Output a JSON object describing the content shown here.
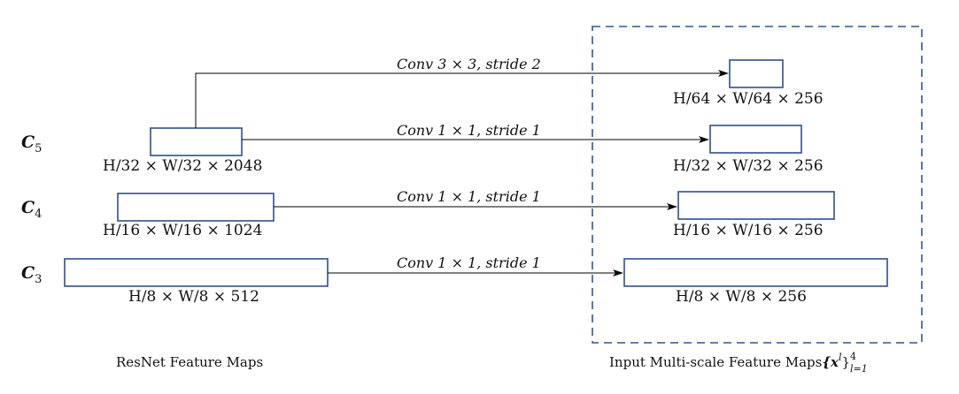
{
  "levels": [
    {
      "name": "C",
      "subscript": "5"
    },
    {
      "name": "C",
      "subscript": "4"
    },
    {
      "name": "C",
      "subscript": "3"
    }
  ],
  "resnet_dims": [
    "H/32 × W/32 × 2048",
    "H/16 × W/16 × 1024",
    "H/8 × W/8 × 512"
  ],
  "output_dims": [
    "H/64 × W/64 × 256",
    "H/32 × W/32 × 256",
    "H/16 × W/16 × 256",
    "H/8 × W/8 × 256"
  ],
  "convs": [
    "Conv 3 × 3, stride 2",
    "Conv 1 × 1, stride 1",
    "Conv 1 × 1, stride 1",
    "Conv 1 × 1, stride 1"
  ],
  "captions": {
    "left": "ResNet Feature Maps",
    "right_prefix": "Input Multi-scale Feature Maps",
    "right_math": "{x",
    "right_sup_l": "l",
    "right_close": "}",
    "right_sup": "4",
    "right_sub": "l=1"
  },
  "colors": {
    "box_stroke": "#2f4f8f",
    "dashed_frame": "#2f5597",
    "arrow": "#000000"
  }
}
